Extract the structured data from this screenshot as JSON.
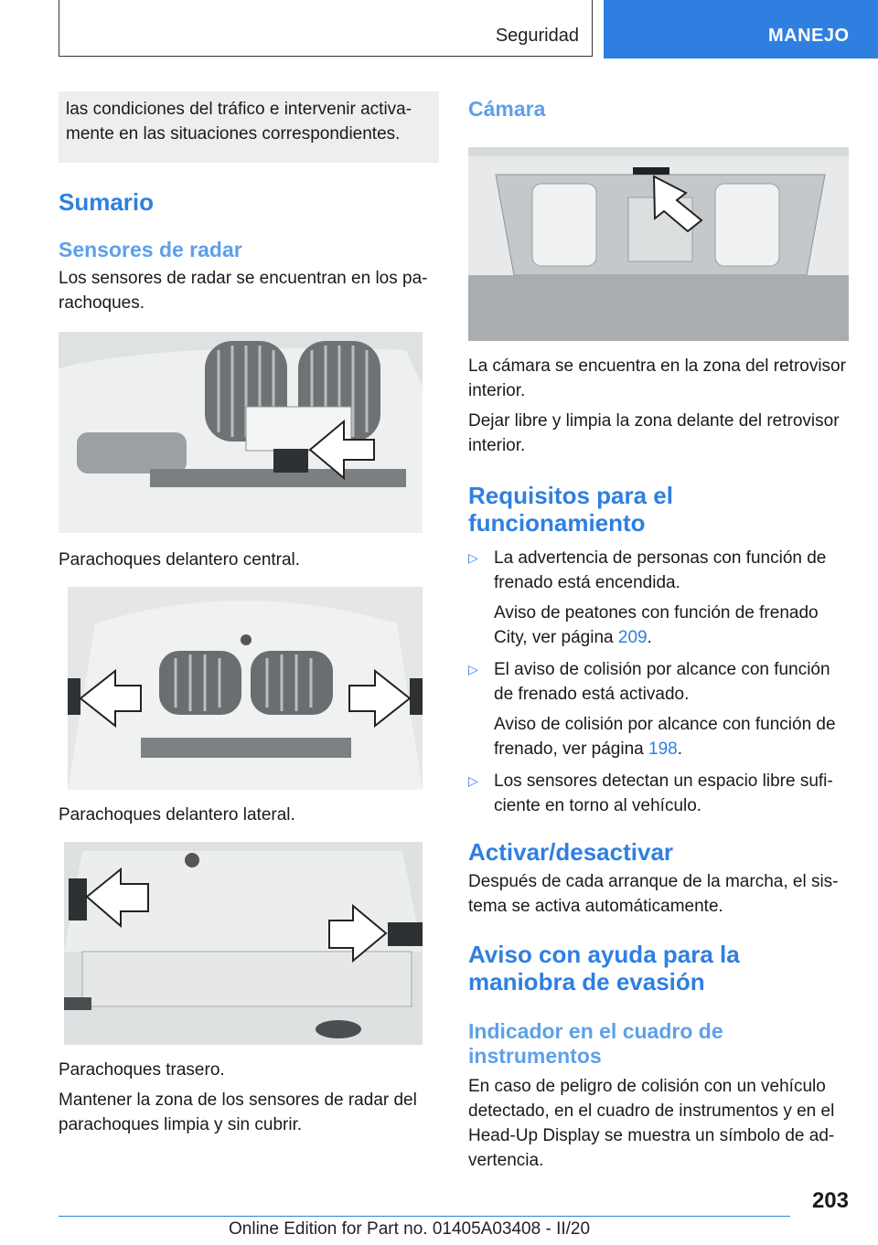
{
  "header": {
    "section": "Seguridad",
    "tab": "MANEJO"
  },
  "left": {
    "intro_text": "las condiciones del tráfico e intervenir activa-mente en las situaciones correspondientes.",
    "intro_line1": "las condiciones del tráfico e intervenir activa-",
    "intro_line2": "mente en las situaciones correspondientes.",
    "sumario_title": "Sumario",
    "sensors_title": "Sensores de radar",
    "sensors_text": "Los sensores de radar se encuentran en los pa-rachoques.",
    "caption1": "Parachoques delantero central.",
    "caption2": "Parachoques delantero lateral.",
    "caption3": "Parachoques trasero.",
    "closing_text": "Mantener la zona de los sensores de radar del parachoques limpia y sin cubrir."
  },
  "right": {
    "camera_title": "Cámara",
    "camera_text1": "La cámara se encuentra en la zona del retrovisor interior.",
    "camera_text2": "Dejar libre y limpia la zona delante del retrovisor interior.",
    "requirements_title": "Requisitos para el funcionamiento",
    "requirements": [
      {
        "text": "La advertencia de personas con función de frenado está encendida.",
        "sub_prefix": "Aviso de peatones con función de frenado City, ver página ",
        "page": "209"
      },
      {
        "text": "El aviso de colisión por alcance con función de frenado está activado.",
        "sub_prefix": "Aviso de colisión por alcance con función de frenado, ver página ",
        "page": "198"
      },
      {
        "text": "Los sensores detectan un espacio libre sufi-ciente en torno al vehículo."
      }
    ],
    "activate_title": "Activar/desactivar",
    "activate_text": "Después de cada arranque de la marcha, el sis-tema se activa automáticamente.",
    "evasion_title": "Aviso con ayuda para la maniobra de evasión",
    "indicator_title": "Indicador en el cuadro de instrumentos",
    "indicator_text": "En caso de peligro de colisión con un vehículo detectado, en el cuadro de instrumentos y en el Head-Up Display se muestra un símbolo de ad-vertencia."
  },
  "footer": {
    "page_number": "203",
    "edition": "Online Edition for Part no. 01405A03408 - II/20"
  },
  "colors": {
    "accent": "#2f7fe0",
    "subheading": "#5da0ea"
  }
}
